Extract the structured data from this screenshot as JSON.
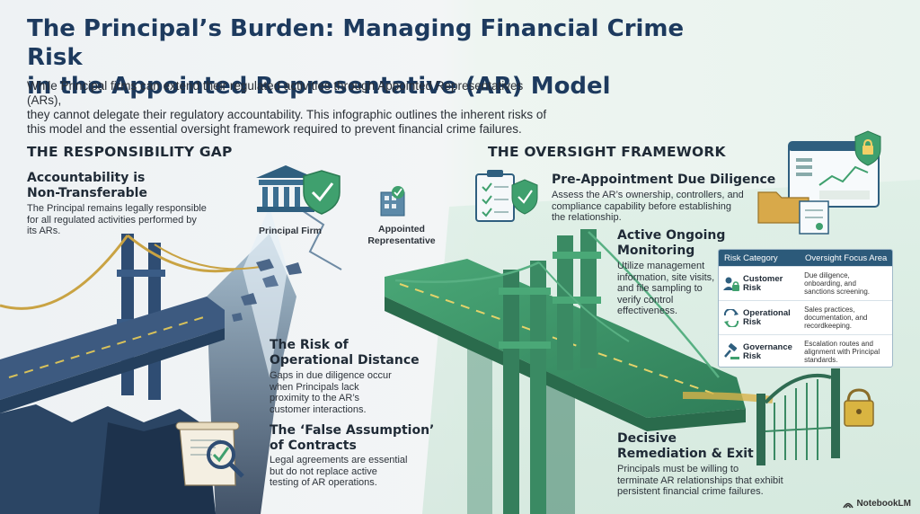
{
  "header": {
    "title_line1": "The Principal’s Burden: Managing Financial Crime Risk",
    "title_line2": "in the Appointed Representative (AR) Model",
    "intro_line1": "While Principal firms can extend their regulated activities through Appointed Representatives (ARs),",
    "intro_line2": "they cannot delegate their regulatory accountability. This infographic outlines the inherent risks of",
    "intro_line3": "this model and the essential oversight framework required to prevent financial crime failures."
  },
  "left": {
    "heading": "THE RESPONSIBILITY GAP",
    "accountability": {
      "title_line1": "Accountability is",
      "title_line2": "Non-Transferable",
      "text_line1": "The Principal remains legally responsible",
      "text_line2": "for all regulated activities performed by",
      "text_line3": "its ARs."
    },
    "principal_label": "Principal Firm",
    "ar_label_line1": "Appointed",
    "ar_label_line2": "Representative",
    "distance": {
      "title_line1": "The Risk of",
      "title_line2": "Operational Distance",
      "text_line1": "Gaps in due diligence occur",
      "text_line2": "when Principals lack",
      "text_line3": "proximity to the AR’s",
      "text_line4": "customer interactions."
    },
    "contracts": {
      "title_line1": "The ‘False Assumption’",
      "title_line2": "of Contracts",
      "text_line1": "Legal agreements are essential",
      "text_line2": "but do not replace active",
      "text_line3": "testing of AR operations."
    }
  },
  "right": {
    "heading": "THE OVERSIGHT FRAMEWORK",
    "due_diligence": {
      "title": "Pre-Appointment Due Diligence",
      "text_line1": "Assess the AR’s ownership, controllers, and",
      "text_line2": "compliance capability before establishing",
      "text_line3": "the relationship."
    },
    "monitoring": {
      "title_line1": "Active Ongoing",
      "title_line2": "Monitoring",
      "text_line1": "Utilize management",
      "text_line2": "information, site visits,",
      "text_line3": "and file sampling to",
      "text_line4": "verify control",
      "text_line5": "effectiveness."
    },
    "table": {
      "col1": "Risk Category",
      "col2": "Oversight Focus Area",
      "rows": [
        {
          "cat_line1": "Customer",
          "cat_line2": "Risk",
          "focus_line1": "Due diligence,",
          "focus_line2": "onboarding, and",
          "focus_line3": "sanctions screening."
        },
        {
          "cat_line1": "Operational",
          "cat_line2": "Risk",
          "focus_line1": "Sales practices,",
          "focus_line2": "documentation, and",
          "focus_line3": "recordkeeping."
        },
        {
          "cat_line1": "Governance",
          "cat_line2": "Risk",
          "focus_line1": "Escalation routes and",
          "focus_line2": "alignment with Principal",
          "focus_line3": "standards."
        }
      ]
    },
    "remediation": {
      "title_line1": "Decisive",
      "title_line2": "Remediation & Exit",
      "text_line1": "Principals must be willing to",
      "text_line2": "terminate AR relationships that exhibit",
      "text_line3": "persistent financial crime failures."
    }
  },
  "brand": "NotebookLM",
  "colors": {
    "title": "#1d3a5e",
    "broken_bridge": "#3d5a80",
    "cable_gold": "#c9a343",
    "green_bridge": "#3f9a6e",
    "table_header": "#2c5a7a"
  }
}
